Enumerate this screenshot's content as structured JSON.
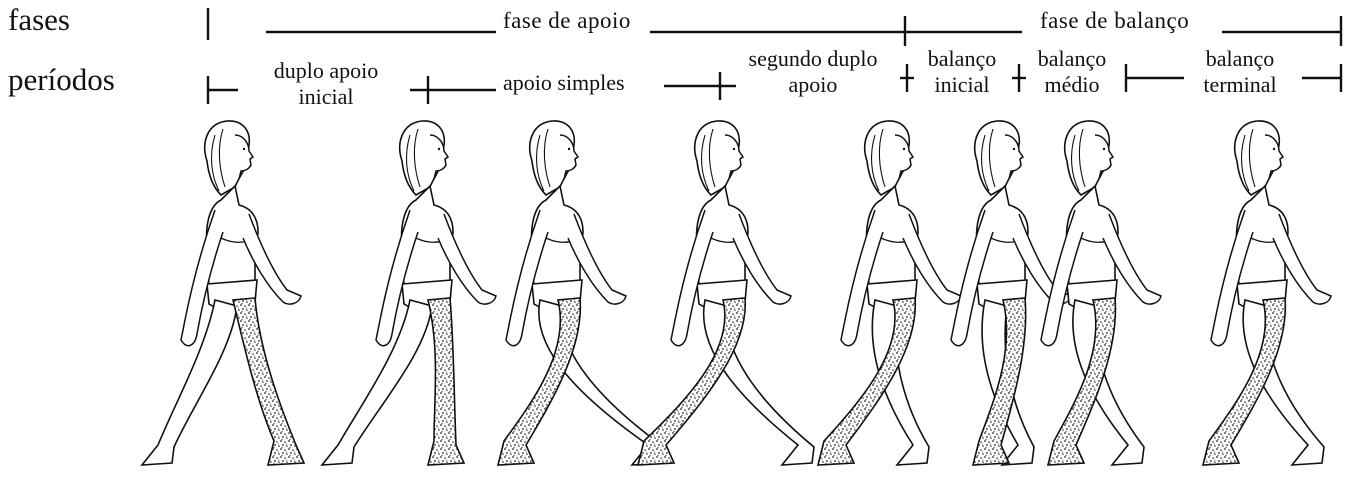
{
  "row_labels": {
    "phases": "fases",
    "periods": "períodos"
  },
  "phases": {
    "stance": "fase de apoio",
    "swing": "fase de balanço"
  },
  "periods": {
    "initial_double_support": [
      "duplo apoio",
      "inicial"
    ],
    "single_support": "apoio simples",
    "second_double_support": [
      "segundo duplo",
      "apoio"
    ],
    "initial_swing": [
      "balanço",
      "inicial"
    ],
    "mid_swing": [
      "balanço",
      "médio"
    ],
    "terminal_swing": [
      "balanço",
      "terminal"
    ]
  },
  "figures": [
    {
      "name": "walking-figure-1"
    },
    {
      "name": "walking-figure-2"
    },
    {
      "name": "walking-figure-3"
    },
    {
      "name": "walking-figure-4"
    },
    {
      "name": "walking-figure-5"
    },
    {
      "name": "walking-figure-6"
    },
    {
      "name": "walking-figure-7"
    },
    {
      "name": "walking-figure-8"
    }
  ],
  "colors": {
    "ink": "#111111",
    "background": "#ffffff"
  }
}
